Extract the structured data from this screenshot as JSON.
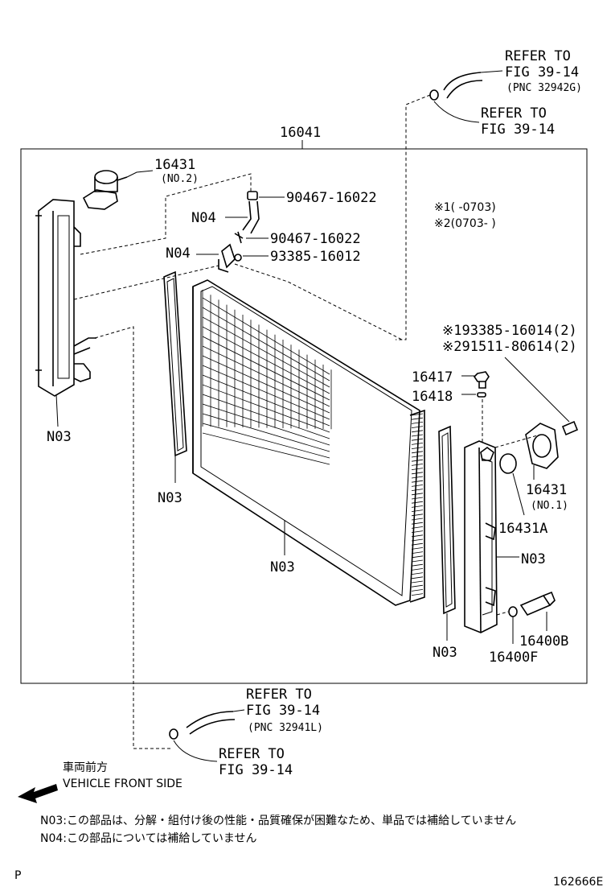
{
  "title_pnc": "16041",
  "refs": {
    "top_outer": {
      "line1": "REFER TO",
      "line2": "FIG 39-14",
      "line3": "(PNC 32942G)"
    },
    "top_inner": {
      "line1": "REFER TO",
      "line2": "FIG 39-14"
    },
    "bottom_outer": {
      "line1": "REFER TO",
      "line2": "FIG 39-14",
      "line3": "(PNC 32941L)"
    },
    "bottom_inner": {
      "line1": "REFER TO",
      "line2": "FIG 39-14"
    }
  },
  "labels": {
    "p16431_top": "16431",
    "p16431_top_note": "(NO.2)",
    "p90467_a": "90467-16022",
    "p90467_b": "90467-16022",
    "p93385": "93385-16012",
    "n04_a": "N04",
    "n04_b": "N04",
    "n03_left": "N03",
    "n03_mid_left": "N03",
    "n03_core": "N03",
    "n03_right_tank": "N03",
    "n03_right_seal": "N03",
    "p16417": "16417",
    "p16418": "16418",
    "p16431_right": "16431",
    "p16431_right_note": "(NO.1)",
    "p16431A": "16431A",
    "p16400B": "16400B",
    "p16400F": "16400F",
    "star1_part": "※193385-16014(2)",
    "star2_part": "※291511-80614(2)"
  },
  "legend": {
    "line1": "※1(      -0703)",
    "line2": "※2(0703-      )"
  },
  "direction": {
    "jp": "車両前方",
    "en": "VEHICLE FRONT SIDE"
  },
  "notes": {
    "n03": "N03:この部品は、分解・組付け後の性能・品質確保が困難なため、単品では補給していません",
    "n04": "N04:この部品については補給していません"
  },
  "footer": {
    "left": "P",
    "right": "162666E"
  },
  "icons": [
    "front-arrow-icon"
  ]
}
